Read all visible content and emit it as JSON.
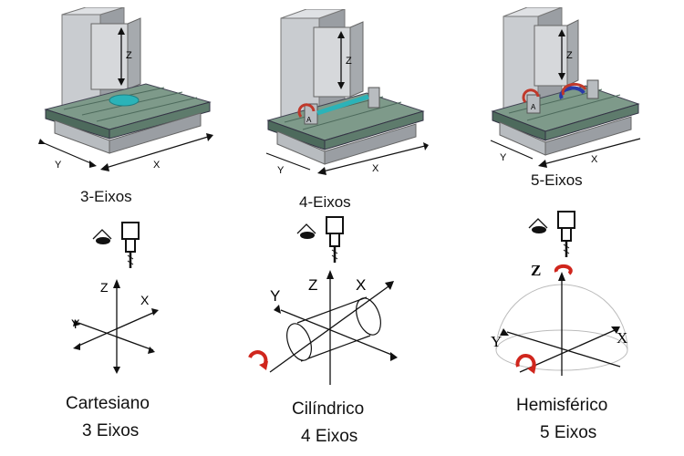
{
  "machines": [
    {
      "title": "3-Eixos",
      "axis_z": "Z",
      "axis_x": "X",
      "axis_y": "Y",
      "coord": {
        "z": "Z",
        "x": "X",
        "y": "Y"
      },
      "caption1": "Cartesiano",
      "caption2": "3 Eixos"
    },
    {
      "title": "4-Eixos",
      "axis_z": "Z",
      "axis_x": "X",
      "axis_y": "Y",
      "rot": "A",
      "coord": {
        "z": "Z",
        "x": "X",
        "y": "Y"
      },
      "caption1": "Cilíndrico",
      "caption2": "4 Eixos"
    },
    {
      "title": "5-Eixos",
      "axis_z": "Z",
      "axis_x": "X",
      "axis_y": "Y",
      "rot": "A",
      "coord": {
        "z": "Z",
        "x": "X",
        "y": "Y"
      },
      "caption1": "Hemisférico",
      "caption2": "5 Eixos"
    }
  ],
  "colors": {
    "machine_body": "#c9ccd0",
    "machine_shadow": "#9a9ea3",
    "table": "#7e9a8a",
    "table_dark": "#4d6a5c",
    "rotary": "#c0392b",
    "accent_cyan": "#2bb3b8"
  }
}
